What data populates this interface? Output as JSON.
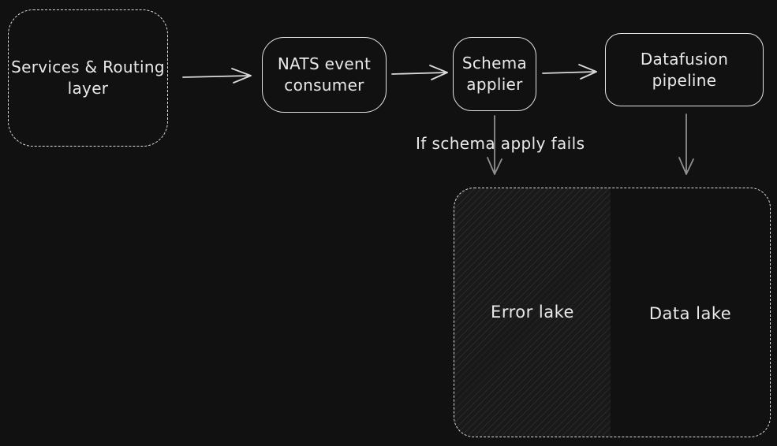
{
  "canvas": {
    "background_color": "#111111",
    "stroke_color": "#e3e3e3",
    "muted_arrow_color": "#8f8f8f"
  },
  "nodes": {
    "services_routing": {
      "label": "Services & Routing\nlayer"
    },
    "nats_consumer": {
      "label": "NATS event\nconsumer"
    },
    "schema_applier": {
      "label": "Schema\napplier"
    },
    "datafusion_pipeline": {
      "label": "Datafusion pipeline"
    },
    "error_lake": {
      "label": "Error lake"
    },
    "data_lake": {
      "label": "Data lake"
    }
  },
  "annotations": {
    "schema_fail": {
      "label": "If schema apply fails"
    }
  }
}
